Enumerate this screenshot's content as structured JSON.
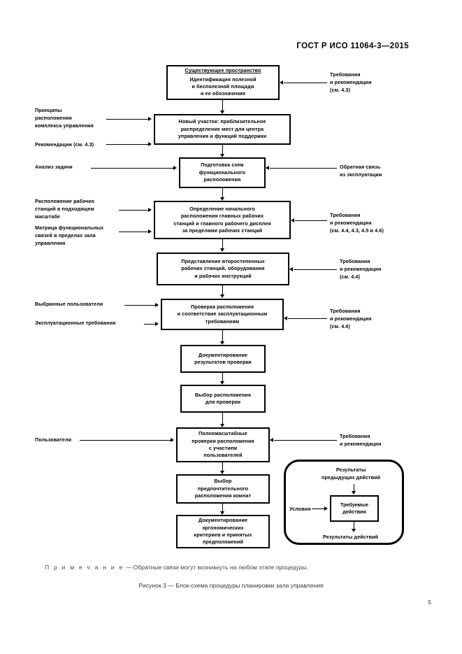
{
  "document": {
    "standard_header": "ГОСТ Р ИСО 11064-3—2015",
    "page_number": "5",
    "note_label": "П р и м е ч а н и е",
    "note_text": "—  Обратные связи могут возникнуть на любом этапе процедуры.",
    "figure_caption": "Рисунок  3 — Блок-схема процедуры планировки зала управления"
  },
  "flowchart": {
    "type": "flowchart",
    "boxes": [
      {
        "id": "box1",
        "title": "Существующее пространство",
        "lines": [
          "Идентификация полезной",
          "и бесполезной площади",
          "и ее обозначения"
        ]
      },
      {
        "id": "box2",
        "title": "",
        "lines": [
          "Новый участок: приблизительное",
          "распределение мест для центра",
          "управления и функций поддержки"
        ]
      },
      {
        "id": "box3",
        "title": "",
        "lines": [
          "Подготовка схем",
          "функционального",
          "расположения"
        ]
      },
      {
        "id": "box4",
        "title": "",
        "lines": [
          "Определение начального",
          "расположения главных рабочих",
          "станций и главного рабочего дисплея",
          "за пределами рабочих станций"
        ]
      },
      {
        "id": "box5",
        "title": "",
        "lines": [
          "Представление второстепенных",
          "рабочих станций, оборудования",
          "и рабочих инструкций"
        ]
      },
      {
        "id": "box6",
        "title": "",
        "lines": [
          "Проверка расположения",
          "и соответствие эксплуатационным",
          "требованиям"
        ]
      },
      {
        "id": "box7",
        "title": "",
        "lines": [
          "Документирование",
          "результатов проверки"
        ]
      },
      {
        "id": "box8",
        "title": "",
        "lines": [
          "Выбор расположения",
          "для проверки"
        ]
      },
      {
        "id": "box9",
        "title": "",
        "lines": [
          "Полномасштабные",
          "проверки расположения",
          "с участием",
          "пользователей"
        ]
      },
      {
        "id": "box10",
        "title": "",
        "lines": [
          "Выбор",
          "предпочтительного",
          "расположения комнат"
        ]
      },
      {
        "id": "box11",
        "title": "",
        "lines": [
          "Документирование",
          "эргономических",
          "критериев и принятых",
          "предположений"
        ]
      }
    ],
    "left_labels": [
      {
        "id": "l1",
        "text": "Принципы\nрасположения\nкомплекса управления"
      },
      {
        "id": "l2",
        "text": "Рекомендации (см. 4.3)"
      },
      {
        "id": "l3",
        "text": "Анализ задачи"
      },
      {
        "id": "l4",
        "text": "Расположение рабочих\nстанций в подходящем\nмасштабе"
      },
      {
        "id": "l5",
        "text": "Матрица функциональных\nсвязей в пределах зала\nуправления"
      },
      {
        "id": "l6",
        "text": "Выбранные пользователи"
      },
      {
        "id": "l7",
        "text": "Эксплуатационные требования"
      },
      {
        "id": "l8",
        "text": "Пользователи"
      }
    ],
    "right_labels": [
      {
        "id": "r1",
        "text": "Требования\nи рекомендации\n(см. 4.3)"
      },
      {
        "id": "r2",
        "text": "Обратная связь\nиз эксплуатации"
      },
      {
        "id": "r3",
        "text": "Требования\nи рекомендации\n(см. 4.4, 4.3, 4.5 и 4.6)"
      },
      {
        "id": "r4",
        "text": "Требования\nи рекомендации\n(см. 4.4)"
      },
      {
        "id": "r5",
        "text": "Требования\nи рекомендации\n(см. 4.6)"
      },
      {
        "id": "r6",
        "text": "Требования\nи рекомендации"
      }
    ],
    "legend": {
      "top_label": "Результаты\nпредыдущих действий",
      "left_label": "Условия",
      "center_lines": [
        "Требуемые",
        "действия"
      ],
      "bottom_label": "Результаты действий"
    }
  }
}
